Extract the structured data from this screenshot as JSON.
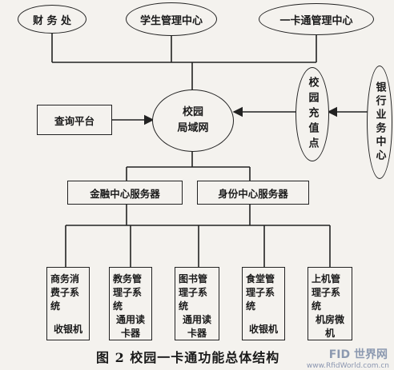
{
  "top_nodes": {
    "finance": "财 务 处",
    "student": "学生管理中心",
    "card": "一卡通管理中心"
  },
  "center": "校园\n局域网",
  "query": "查询平台",
  "campus_recharge": "校园充值点",
  "bank": "银行业务中心",
  "servers": {
    "finance": "金融中心服务器",
    "identity": "身份中心服务器"
  },
  "subsystems": [
    {
      "title": "商务消费子系统",
      "device": "收银机"
    },
    {
      "title": "教务管理子系统",
      "device": "通用读卡器"
    },
    {
      "title": "图书管理子系统",
      "device": "通用读卡器"
    },
    {
      "title": "食堂管理子系统",
      "device": "收银机"
    },
    {
      "title": "上机管理子系统",
      "device": "机房微机"
    }
  ],
  "caption": "图 2   校园一卡通功能总体结构",
  "watermark": "FID 世界网",
  "watermark_url": "www.RfidWorld.com.cn"
}
